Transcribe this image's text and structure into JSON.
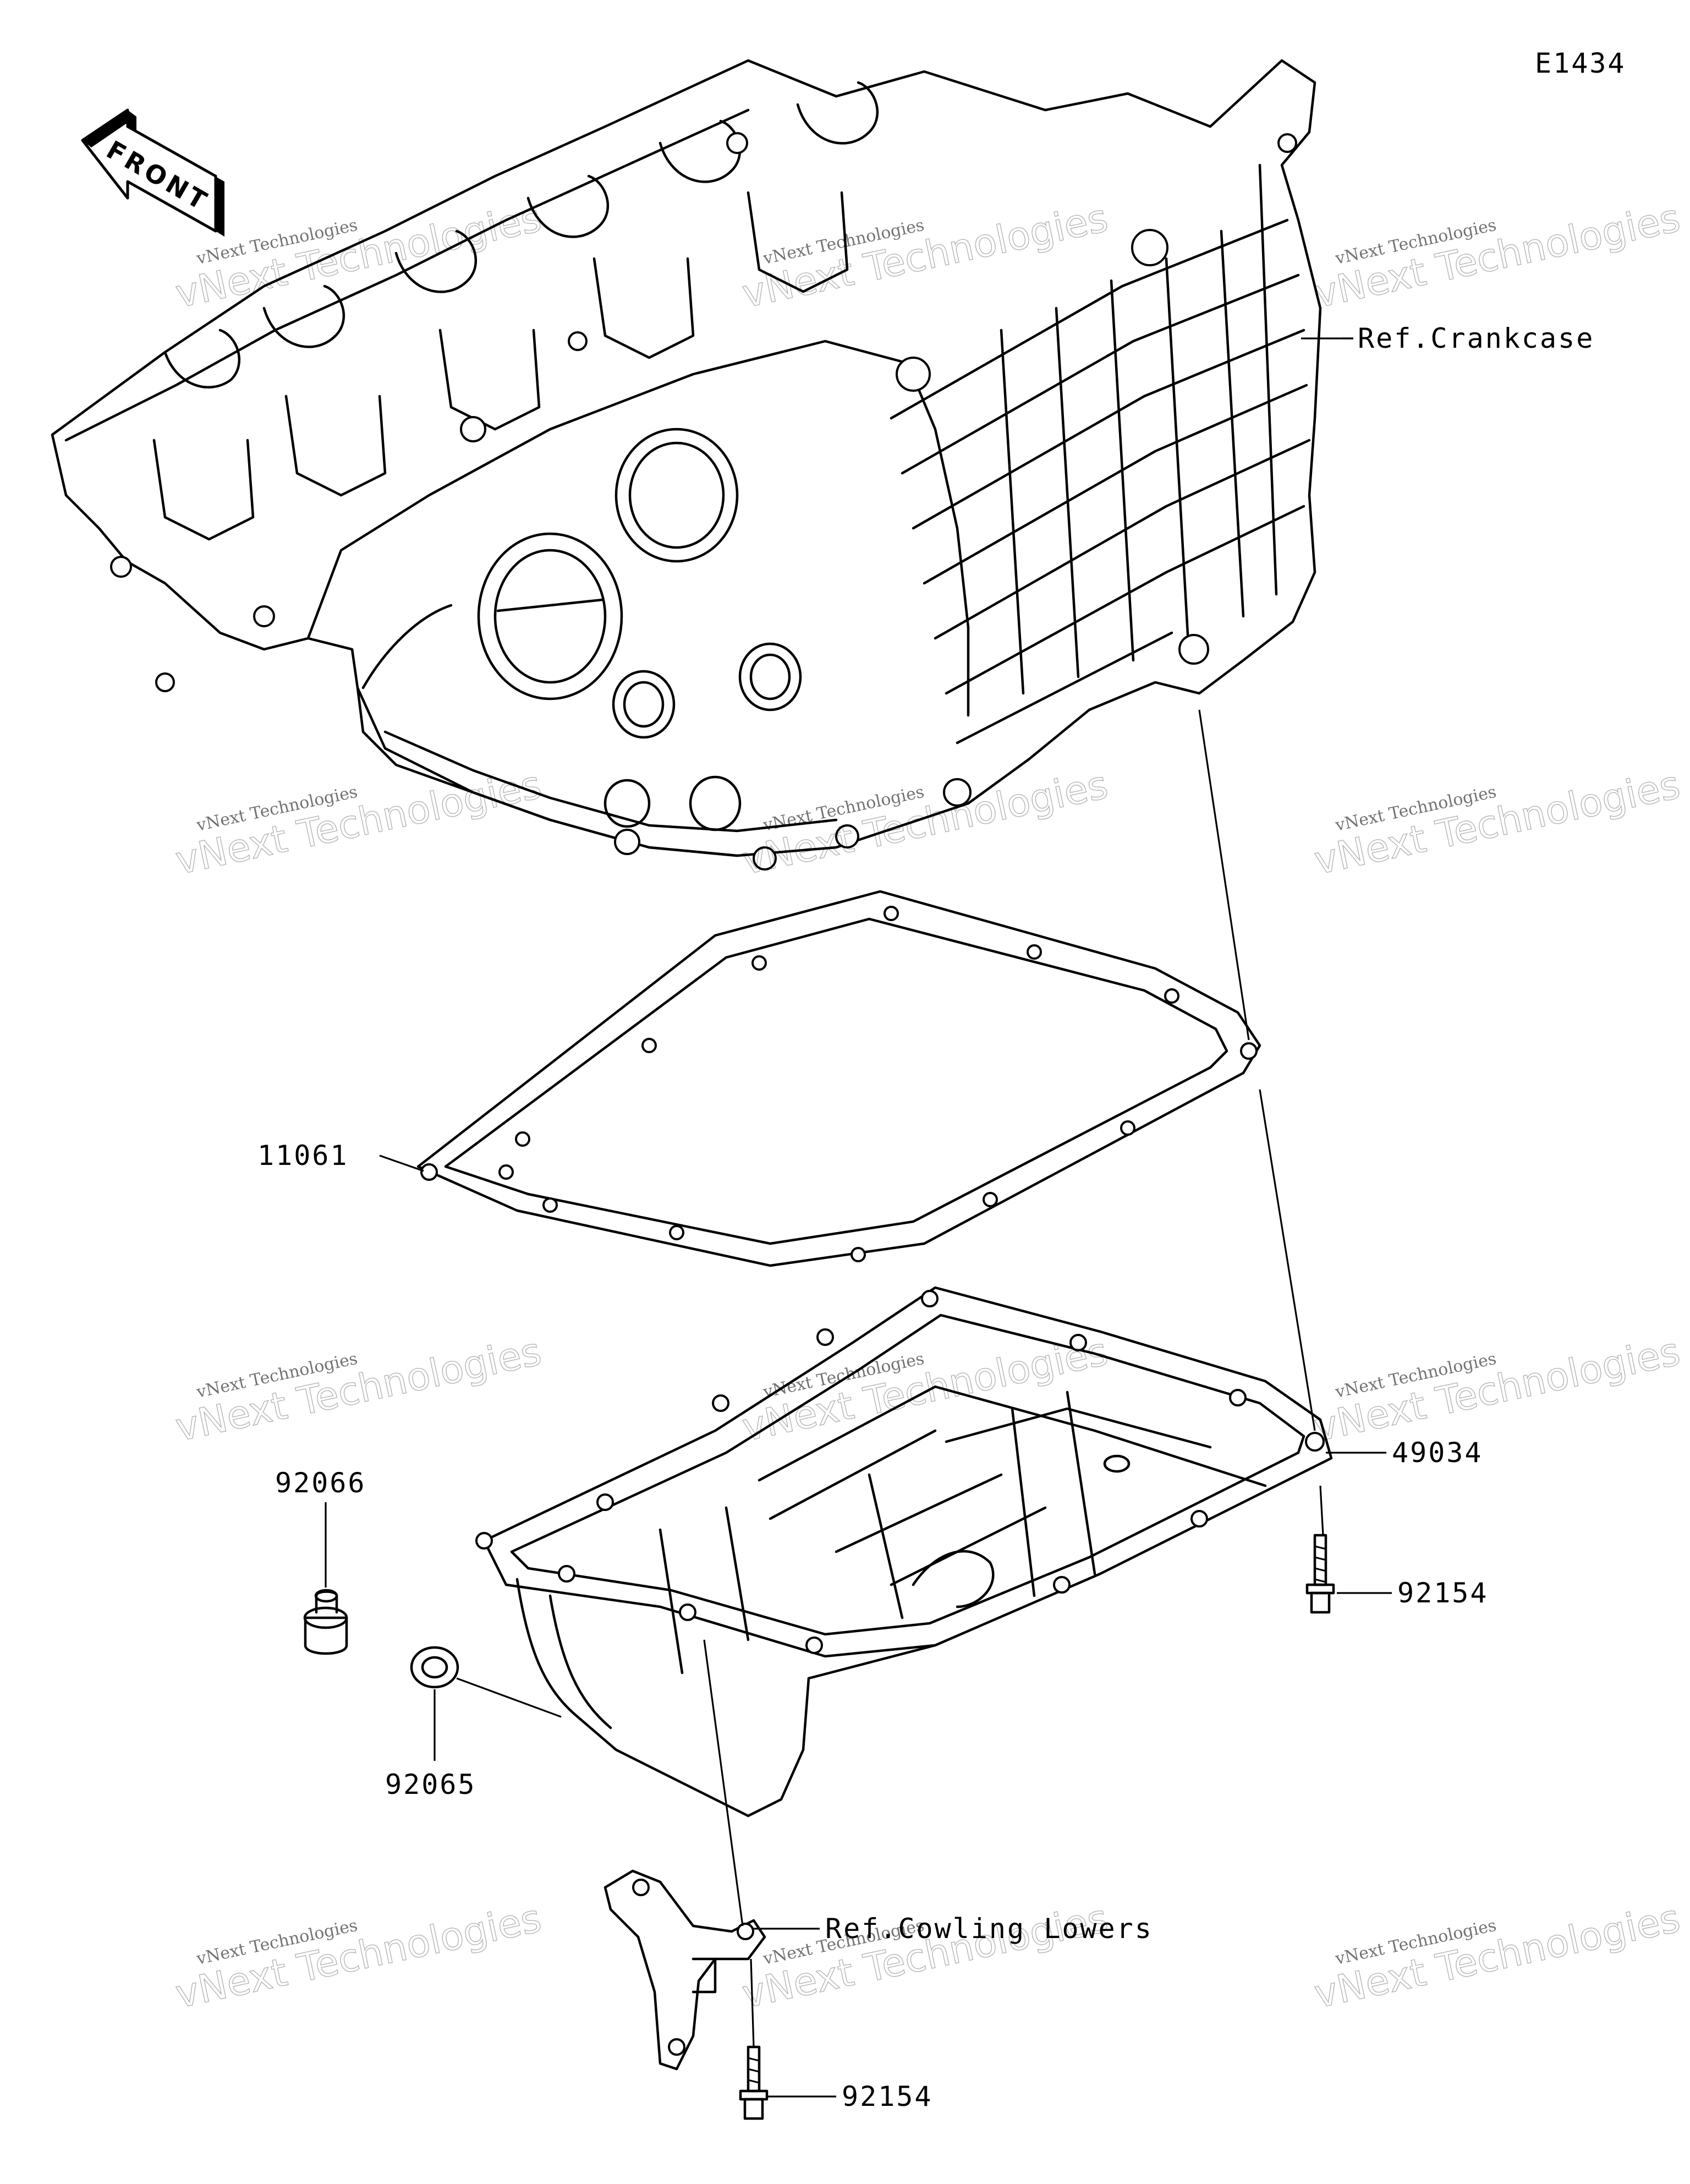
{
  "diagram_code": "E1434",
  "front_label": "FRONT",
  "watermark": {
    "line1": "vNext Technologies",
    "line2": "vNext Technologies"
  },
  "callouts": {
    "ref_crankcase": "Ref.Crankcase",
    "gasket": "11061",
    "oil_pan": "49034",
    "bolt_upper": "92154",
    "drain_plug": "92066",
    "washer": "92065",
    "ref_cowling": "Ref.Cowling Lowers",
    "bolt_lower": "92154"
  }
}
